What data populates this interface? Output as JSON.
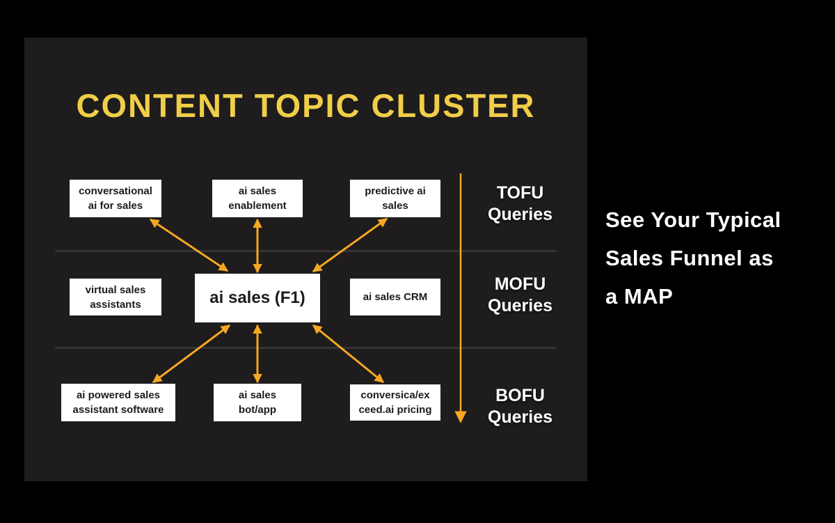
{
  "panel": {
    "title": "CONTENT TOPIC CLUSTER"
  },
  "cluster": {
    "center": {
      "label": "ai sales (F1)"
    },
    "nodes": [
      {
        "id": "conversational-ai-for-sales",
        "label": "conversational\nai for sales",
        "row": "TOFU",
        "connected_to_center": true
      },
      {
        "id": "ai-sales-enablement",
        "label": "ai sales\nenablement",
        "row": "TOFU",
        "connected_to_center": true
      },
      {
        "id": "predictive-ai-sales",
        "label": "predictive ai\nsales",
        "row": "TOFU",
        "connected_to_center": true
      },
      {
        "id": "virtual-sales-assistants",
        "label": "virtual sales\nassistants",
        "row": "MOFU",
        "connected_to_center": false
      },
      {
        "id": "ai-sales-crm",
        "label": "ai sales CRM",
        "row": "MOFU",
        "connected_to_center": false
      },
      {
        "id": "ai-powered-sales-assistant-software",
        "label": "ai powered sales\nassistant software",
        "row": "BOFU",
        "connected_to_center": true
      },
      {
        "id": "ai-sales-bot-app",
        "label": "ai sales\nbot/app",
        "row": "BOFU",
        "connected_to_center": true
      },
      {
        "id": "conversica-exceed-ai-pricing",
        "label": "conversica/ex\nceed.ai pricing",
        "row": "BOFU",
        "connected_to_center": true
      }
    ],
    "funnel_labels": [
      {
        "label": "TOFU\nQueries"
      },
      {
        "label": "MOFU\nQueries"
      },
      {
        "label": "BOFU\nQueries"
      }
    ]
  },
  "aside": {
    "text": "See Your Typical\nSales Funnel as\na MAP"
  },
  "colors": {
    "page_bg": "#000000",
    "panel_bg": "#1E1C1C",
    "title_yellow": "#F0CE48",
    "arrow_orange": "#F5A822",
    "box_bg": "#FFFFFF",
    "box_text": "#1C1C1C",
    "label_text": "#FFFFFF",
    "divider": "#343434"
  }
}
